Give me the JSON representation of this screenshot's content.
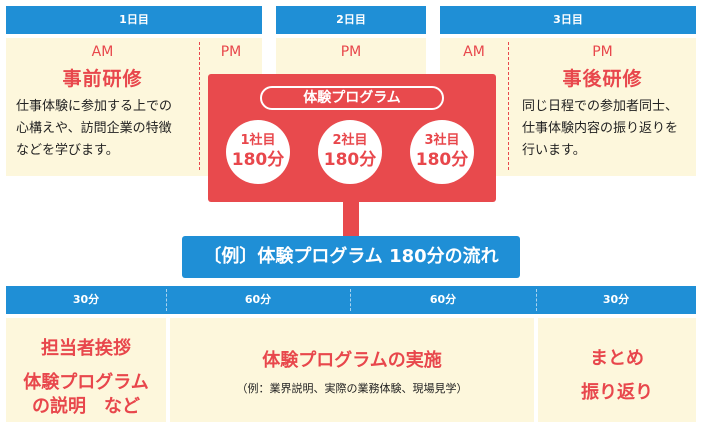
{
  "days": {
    "day1": {
      "label": "1日目",
      "am": "AM",
      "pm": "PM",
      "title": "事前研修",
      "desc": [
        "仕事体験に参加する上での",
        "心構えや、訪問企業の特徴",
        "などを学びます。"
      ]
    },
    "day2": {
      "label": "2日目",
      "pm": "PM"
    },
    "day3": {
      "label": "3日目",
      "am": "AM",
      "pm": "PM",
      "title": "事後研修",
      "desc": [
        "同じ日程での参加者同士、",
        "仕事体験内容の振り返りを",
        "行います。"
      ]
    }
  },
  "program": {
    "title": "体験プログラム",
    "companies": [
      {
        "name": "1社目",
        "time": "180分"
      },
      {
        "name": "2社目",
        "time": "180分"
      },
      {
        "name": "3社目",
        "time": "180分"
      }
    ]
  },
  "flow": {
    "title": "〔例〕体験プログラム 180分の流れ",
    "durations": [
      "30分",
      "60分",
      "60分",
      "30分"
    ],
    "step1": {
      "line1": "担当者挨拶",
      "line2": "体験プログラム",
      "line3": "の説明　など"
    },
    "step2": {
      "title": "体験プログラムの実施",
      "note": "（例：業界説明、実際の業務体験、現場見学）"
    },
    "step3": {
      "line1": "まとめ",
      "line2": "振り返り"
    }
  },
  "colors": {
    "blue": "#1f8fd6",
    "red": "#e84a4d",
    "cream": "#fdf7dc"
  }
}
